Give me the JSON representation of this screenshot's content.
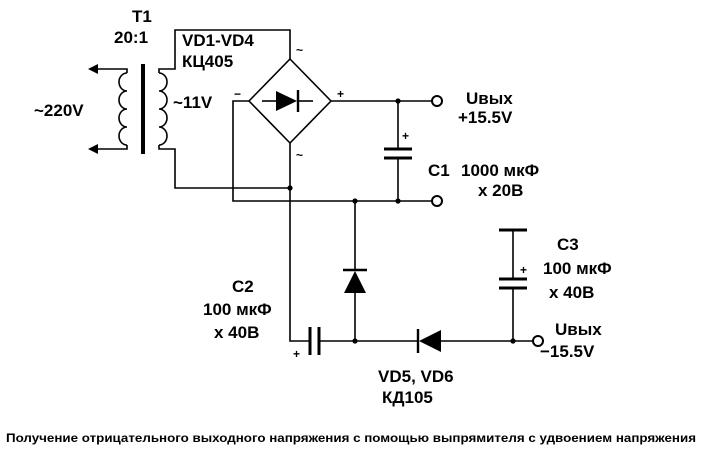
{
  "transformer": {
    "name": "T1",
    "ratio": "20:1",
    "primary_voltage": "~220V",
    "secondary_voltage": "~11V"
  },
  "bridge": {
    "name": "VD1-VD4",
    "part": "КЦ405",
    "ac_mark": "~",
    "plus_mark": "+",
    "minus_mark": "−"
  },
  "output_pos": {
    "label": "Uвых",
    "value": "+15.5V"
  },
  "c1": {
    "name": "C1",
    "capacitance": "1000 мкФ",
    "voltage": "х 20В",
    "plus_mark": "+"
  },
  "c2": {
    "name": "C2",
    "capacitance": "100 мкФ",
    "voltage": "х 40В",
    "plus_mark": "+"
  },
  "c3": {
    "name": "C3",
    "capacitance": "100 мкФ",
    "voltage": "х 40В",
    "plus_mark": "+"
  },
  "diodes": {
    "names": "VD5, VD6",
    "part": "КД105"
  },
  "output_neg": {
    "label": "Uвых",
    "value": "−15.5V"
  },
  "caption": "Получение отрицательного выходного напряжения с помощью выпрямителя с удвоением напряжения",
  "colors": {
    "ink": "#000000",
    "background": "#ffffff"
  }
}
